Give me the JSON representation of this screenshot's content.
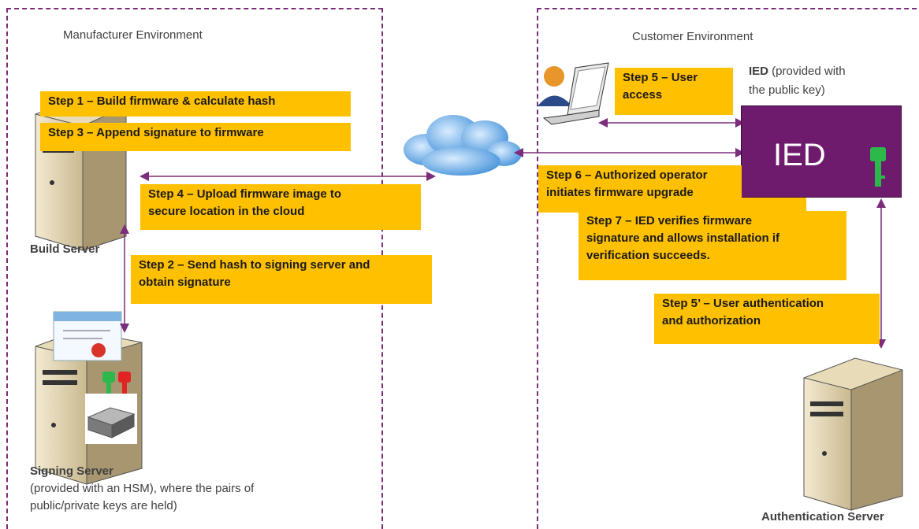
{
  "environments": {
    "manufacturer": "Manufacturer Environment",
    "customer": "Customer Environment"
  },
  "steps": {
    "step1": "Step 1 – Build firmware & calculate hash",
    "step3": "Step 3 – Append signature to firmware",
    "step4_line1": "Step 4 – Upload firmware image to",
    "step4_line2": "secure location in the cloud",
    "step2_line1": "Step 2 – Send hash to signing server and",
    "step2_line2": "obtain  signature",
    "step5_line1": "Step 5 – User",
    "step5_line2": "access",
    "step6_line1": "Step 6 – Authorized operator",
    "step6_line2": "initiates firmware upgrade",
    "step7_line1": "Step 7 – IED verifies firmware",
    "step7_line2": "signature and allows installation if",
    "step7_line3": "verification succeeds.",
    "step5p_line1": "Step 5’ – User authentication",
    "step5p_line2": "and authorization"
  },
  "labels": {
    "build_server": "Build Server",
    "signing_server_title": "Signing Server",
    "signing_server_line1": "(provided with an HSM), where the pairs of",
    "signing_server_line2": "public/private keys are held)",
    "ied_bold": "IED",
    "ied_note_line1": " (provided with",
    "ied_note_line2": "the public key)",
    "ied_box_text": "IED",
    "auth_server": "Authentication Server"
  },
  "colors": {
    "step_fill": "#ffc000",
    "ied_fill": "#6f1b6d",
    "arrow": "#7b2c7b",
    "key_green": "#2db84b",
    "key_red": "#e02424"
  },
  "icons": {
    "build_server": "server-tower-icon",
    "signing_server": "server-tower-icon",
    "auth_server": "server-tower-icon",
    "certificate": "certificate-icon",
    "hsm": "hsm-device-icon",
    "keys": "key-pair-icon",
    "user": "user-laptop-icon",
    "cloud": "cloud-icon",
    "ied_key": "key-icon"
  }
}
